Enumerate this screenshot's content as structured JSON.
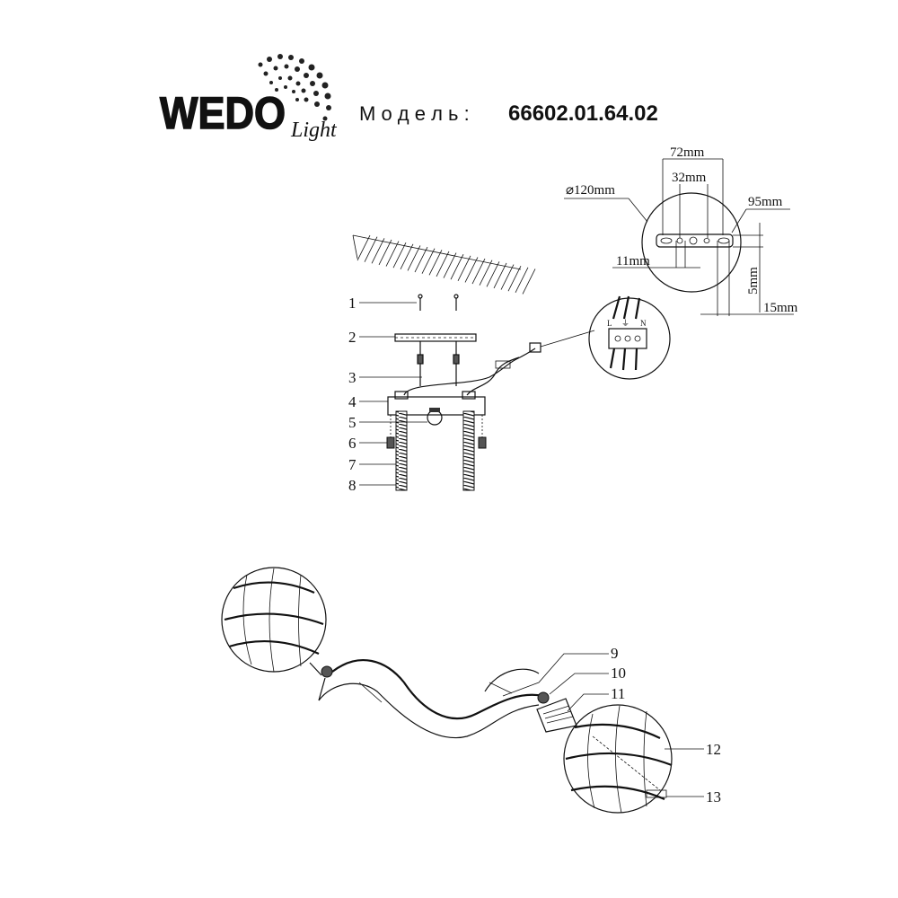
{
  "header": {
    "logo_text": "WEDO",
    "logo_subtext": "Light",
    "model_label": "М о д е л ь :",
    "model_number": "66602.01.64.02"
  },
  "dimensions": {
    "width_72": "72mm",
    "width_32": "32mm",
    "diameter": "⌀120mm",
    "length_95": "95mm",
    "hole_11": "11mm",
    "height_5": "5mm",
    "offset_15": "15mm"
  },
  "wiring": {
    "live": "L",
    "ground": "⏚",
    "neutral": "N"
  },
  "parts": {
    "p1": "1",
    "p2": "2",
    "p3": "3",
    "p4": "4",
    "p5": "5",
    "p6": "6",
    "p7": "7",
    "p8": "8",
    "p9": "9",
    "p10": "10",
    "p11": "11",
    "p12": "12",
    "p13": "13"
  }
}
